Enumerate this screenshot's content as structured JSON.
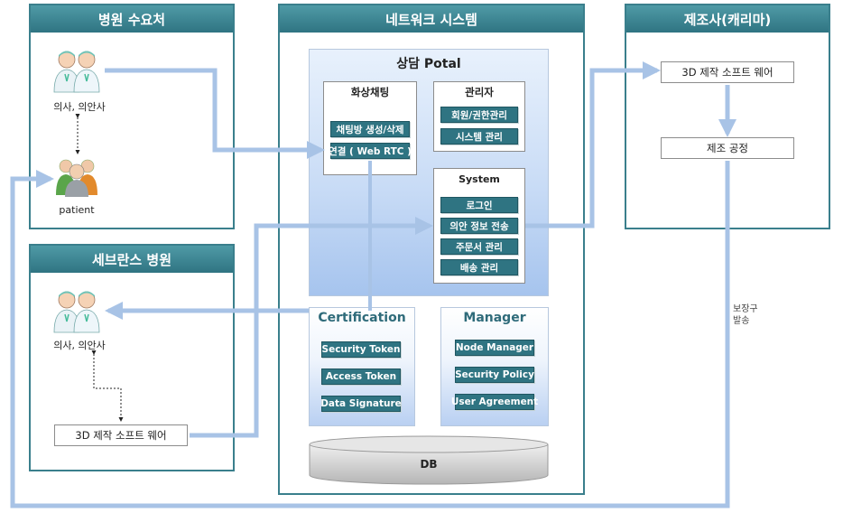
{
  "hospital_demand": {
    "title": "병원 수요처",
    "doctor_label": "의사, 의안사",
    "patient_label": "patient"
  },
  "severance": {
    "title": "세브란스 병원",
    "doctor_label": "의사, 의안사",
    "software_box": "3D 제작 소프트 웨어"
  },
  "network": {
    "title": "네트워크 시스템",
    "portal": {
      "title": "상담 Potal",
      "video_chat": {
        "title": "화상채팅",
        "buttons": [
          "채팅방 생성/삭제",
          "연결 ( Web RTC )"
        ]
      },
      "admin": {
        "title": "관리자",
        "buttons": [
          "회원/권한관리",
          "시스템 관리"
        ]
      },
      "system": {
        "title": "System",
        "buttons": [
          "로그인",
          "의안 정보 전송",
          "주문서 관리",
          "배송 관리"
        ]
      }
    },
    "certification": {
      "title": "Certification",
      "buttons": [
        "Security Token",
        "Access Token",
        "Data Signature"
      ]
    },
    "manager": {
      "title": "Manager",
      "buttons": [
        "Node Manager",
        "Security Policy",
        "User Agreement"
      ]
    },
    "db_label": "DB"
  },
  "manufacturer": {
    "title": "제조사(캐리마)",
    "software_box": "3D 제작 소프트 웨어",
    "process_box": "제조 공정"
  },
  "delivery_note": "보장구\n발송",
  "icons": {
    "doctor": "doctor-icon",
    "patient": "patient-group-icon",
    "database": "database-icon"
  },
  "colors": {
    "panel_header": "#2f7482",
    "button": "#2f7482",
    "arrow": "#a8c3e6"
  }
}
